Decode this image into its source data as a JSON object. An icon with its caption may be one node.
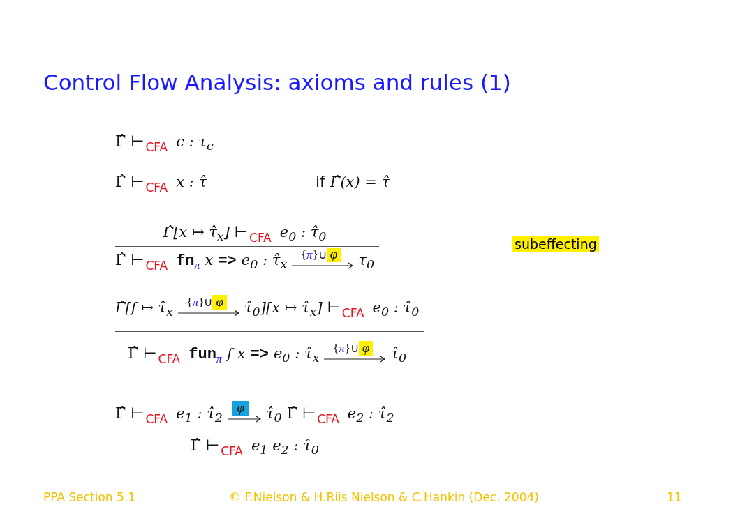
{
  "diagram": {
    "title": "Control Flow Analysis: axioms and rules (1)",
    "labels": [
      "Γ̂",
      "⊢",
      "CFA",
      "c : τ$_{c}$",
      "Γ̂",
      "⊢",
      "CFA",
      "x : τ̂",
      "if",
      "Γ̂(x) = τ̂",
      "Γ̂[x ↦ τ̂$_{x}$]",
      "⊢",
      "CFA",
      "e$_{0}$ : τ̂$_{0}$",
      "Γ̂",
      "⊢",
      "CFA",
      "fn",
      "π",
      "x",
      "=>",
      "e$_{0}$ : τ̂$_{x}$",
      "{",
      "π",
      "}∪",
      "φ",
      "τ$_{0}$",
      "subeffecting",
      "Γ̂[f ↦ τ̂$_{x}$",
      "{",
      "π",
      "}∪",
      "φ",
      "τ̂$_{0}$][x ↦ τ̂$_{x}$]",
      "⊢",
      "CFA",
      "e$_{0}$ : τ̂$_{0}$",
      "Γ̂",
      "⊢",
      "CFA",
      "fun",
      "π",
      "f",
      "x",
      "=>",
      "e$_{0}$ : τ̂$_{x}$",
      "{",
      "π",
      "}∪",
      "φ",
      "τ̂$_{0}$",
      "Γ̂",
      "⊢",
      "CFA",
      "e$_{1}$ : τ̂$_{2}$",
      "φ",
      "τ̂$_{0}$",
      "Γ̂",
      "⊢",
      "CFA",
      "e$_{2}$ : τ̂$_{2}$",
      "Γ̂",
      "⊢",
      "CFA",
      "e$_{1}$ e$_{2}$ : τ̂$_{0}$",
      "PPA Section 5.1",
      "© F.Nielson & H.Riis Nielson & C.Hankin (Dec. 2004)",
      "11"
    ]
  }
}
